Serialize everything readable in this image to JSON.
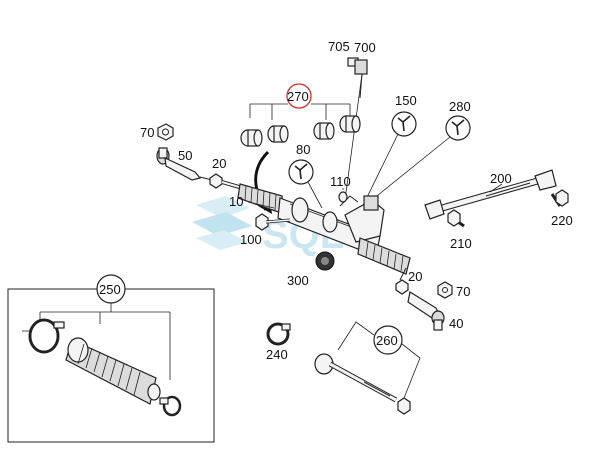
{
  "labels": {
    "l705": "705",
    "l700": "700",
    "l270": "270",
    "l150": "150",
    "l280": "280",
    "l70a": "70",
    "l50": "50",
    "l20a": "20",
    "l80": "80",
    "l110": "110",
    "l10": "10",
    "l100": "100",
    "l300": "300",
    "l200": "200",
    "l210": "210",
    "l220": "220",
    "l20b": "20",
    "l70b": "70",
    "l40": "40",
    "l250": "250",
    "l240": "240",
    "l260": "260"
  },
  "watermark": "SQL",
  "colors": {
    "highlight_circle": "#d8302a",
    "watermark": "#9fd3e6",
    "ink": "#222222"
  }
}
